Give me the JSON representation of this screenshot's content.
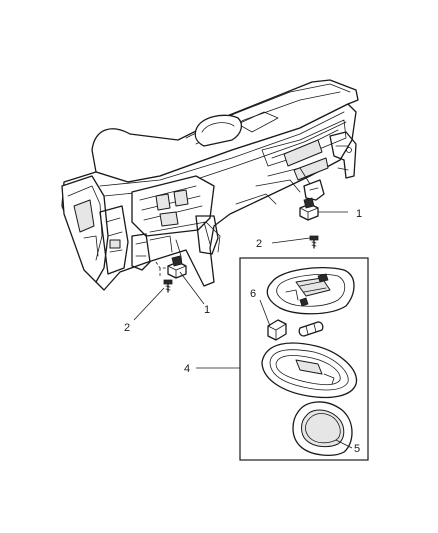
{
  "callouts": {
    "c1_right": "1",
    "c2_right": "2",
    "c1_left": "1",
    "c2_left": "2",
    "c4": "4",
    "c5": "5",
    "c6": "6"
  }
}
